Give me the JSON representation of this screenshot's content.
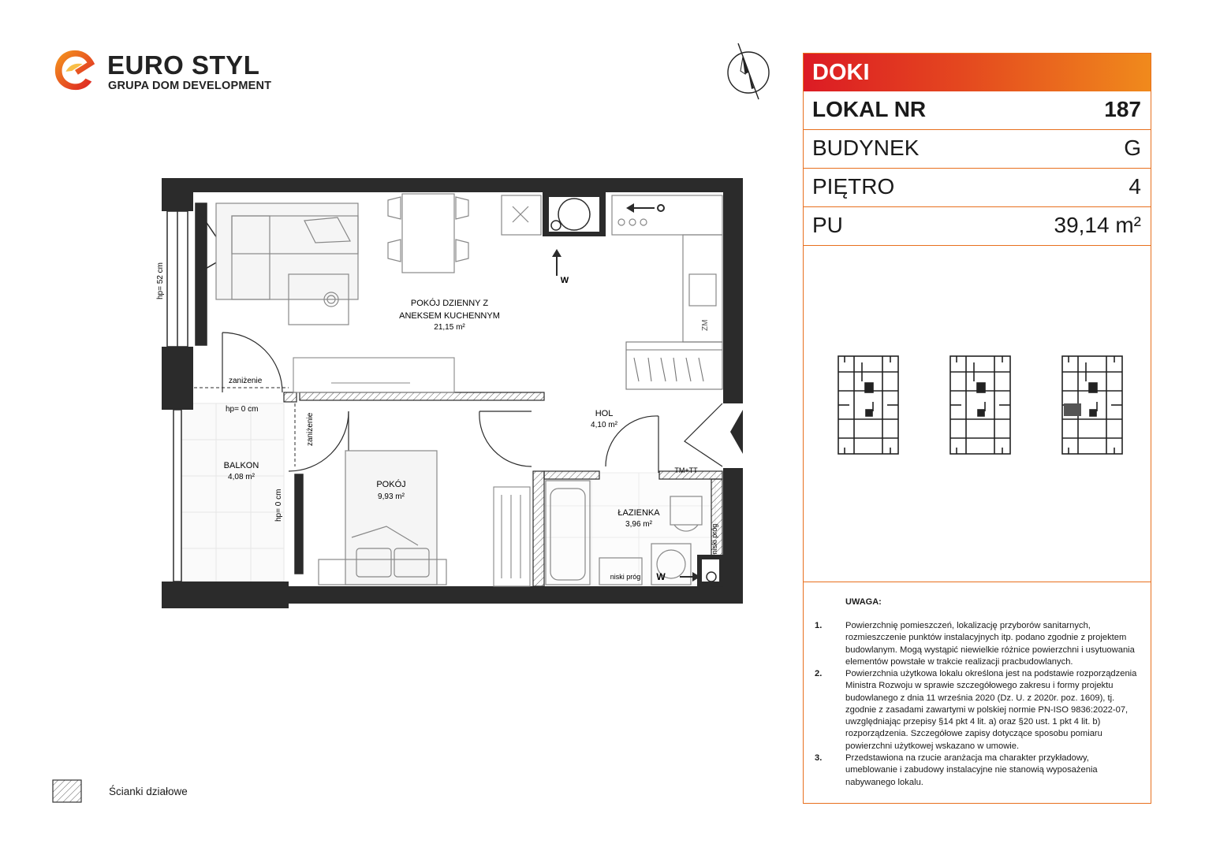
{
  "brand": {
    "name": "EURO STYL",
    "subtitle": "GRUPA DOM DEVELOPMENT",
    "colors": {
      "red": "#dc1b24",
      "orange": "#f08a1c",
      "wall": "#2b2b2b"
    }
  },
  "compass": {
    "icon": "north-arrow-icon"
  },
  "info": {
    "project": "DOKI",
    "rows": [
      {
        "label": "LOKAL NR",
        "value": "187"
      },
      {
        "label": "BUDYNEK",
        "value": "G"
      },
      {
        "label": "PIĘTRO",
        "value": "4"
      },
      {
        "label": "PU",
        "value": "39,14 m²"
      }
    ]
  },
  "plan": {
    "rooms": [
      {
        "name": "POKÓJ DZIENNY Z",
        "name2": "ANEKSEM KUCHENNYM",
        "area": "21,15 m²"
      },
      {
        "name": "HOL",
        "area": "4,10 m²"
      },
      {
        "name": "POKÓJ",
        "area": "9,93 m²"
      },
      {
        "name": "ŁAZIENKA",
        "area": "3,96 m²"
      },
      {
        "name": "BALKON",
        "area": "4,08 m²"
      }
    ],
    "labels": {
      "hp52": "hp= 52 cm",
      "hp0a": "hp= 0 cm",
      "hp0b": "hp= 0 cm",
      "zanizenie1": "zaniżenie",
      "zanizenie2": "zaniżenie",
      "zm": "ZM",
      "w1": "W",
      "w2": "W",
      "tmtt": "TM+TT",
      "niski1": "niski próg",
      "niski2": "niski próg"
    }
  },
  "notes": {
    "title": "UWAGA:",
    "items": [
      {
        "num": "1.",
        "lines": [
          "Powierzchnię pomieszczeń, lokalizację przyborów sanitarnych,",
          "rozmieszczenie punktów instalacyjnych itp. podano zgodnie z projektem",
          "budowlanym. Mogą wystąpić niewielkie różnice powierzchni i usytuowania",
          "elementów powstałe w trakcie realizacji pracbudowlanych."
        ]
      },
      {
        "num": "2.",
        "lines": [
          "Powierzchnia użytkowa lokalu określona jest na podstawie rozporządzenia",
          "Ministra Rozwoju w sprawie szczegółowego zakresu i formy projektu",
          "budowlanego z dnia 11 września 2020 (Dz. U. z 2020r. poz. 1609), tj.",
          "zgodnie z zasadami zawartymi w polskiej normie PN-ISO 9836:2022-07,",
          "uwzględniając przepisy §14 pkt 4 lit. a) oraz §20 ust. 1 pkt 4 lit. b)",
          "rozporządzenia. Szczegółowe zapisy dotyczące sposobu pomiaru",
          "powierzchni użytkowej wskazano w umowie."
        ]
      },
      {
        "num": "3.",
        "lines": [
          "Przedstawiona na rzucie aranżacja ma charakter przykładowy,",
          "umeblowanie i zabudowy instalacyjne nie stanowią wyposażenia",
          "nabywanego lokalu."
        ]
      }
    ]
  },
  "legend": {
    "label": "Ścianki działowe"
  }
}
